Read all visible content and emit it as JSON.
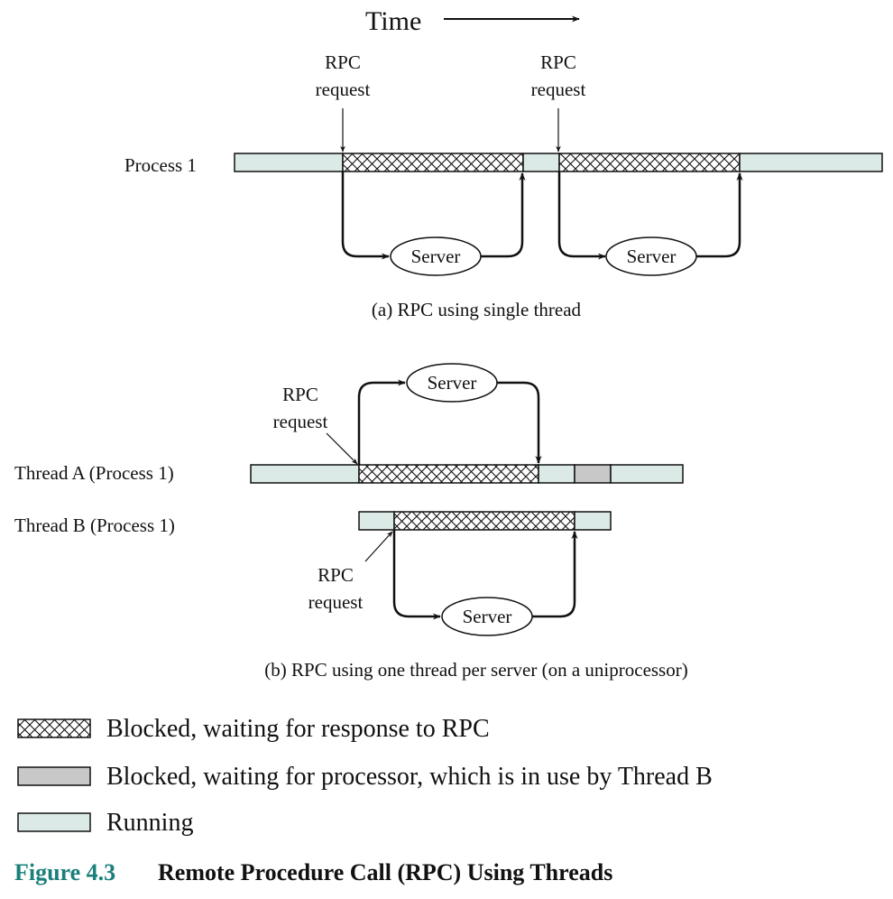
{
  "time_label": "Time",
  "part_a": {
    "process_label": "Process 1",
    "rpc_label_1": "RPC",
    "rpc_label_2": "request",
    "server_label": "Server",
    "caption": "(a) RPC using single thread"
  },
  "part_b": {
    "thread_a_label": "Thread A (Process 1)",
    "thread_b_label": "Thread B (Process 1)",
    "rpc_label_1": "RPC",
    "rpc_label_2": "request",
    "server_label": "Server",
    "caption": "(b) RPC using one thread per server (on a uniprocessor)"
  },
  "legend": {
    "blocked_rpc": "Blocked, waiting for response to RPC",
    "blocked_processor": "Blocked, waiting for processor, which is in use by Thread B",
    "running": "Running"
  },
  "figure": {
    "number": "Figure 4.3",
    "title": "Remote Procedure Call (RPC) Using Threads"
  },
  "colors": {
    "running_fill": "#dbeae6",
    "waiting_processor_fill": "#c8c8c8",
    "figure_number": "#1a7f7a"
  }
}
